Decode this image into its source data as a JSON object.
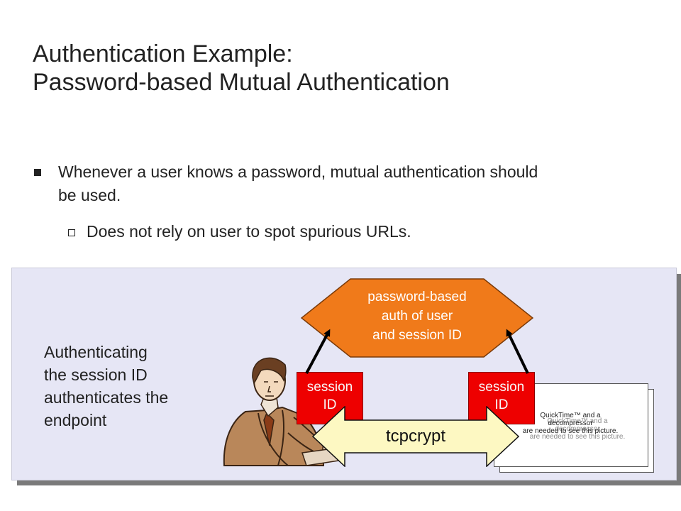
{
  "title": {
    "line1": "Authentication Example:",
    "line2": "Password-based Mutual Authentication"
  },
  "bullets": {
    "main": "Whenever a user knows a password, mutual authentication should be used.",
    "sub": "Does not rely on user to spot spurious URLs."
  },
  "panel": {
    "lines": [
      "Authenticating",
      "the session ID",
      "authenticates the",
      "endpoint"
    ]
  },
  "diagram": {
    "hexagon_lines": [
      "password-based",
      "auth of user",
      "and session ID"
    ],
    "session_left": [
      "session",
      "ID"
    ],
    "session_right": [
      "session",
      "ID"
    ],
    "tcpcrypt": "tcpcrypt"
  },
  "placeholder": {
    "line1": "QuickTime™ and a",
    "line2": "decompressor",
    "line3": "are needed to see this picture."
  },
  "colors": {
    "panel_bg": "#e6e6f5",
    "hexagon": "#f07a1a",
    "session_box": "#ee0000",
    "tcpcrypt": "#fdf8c2"
  }
}
